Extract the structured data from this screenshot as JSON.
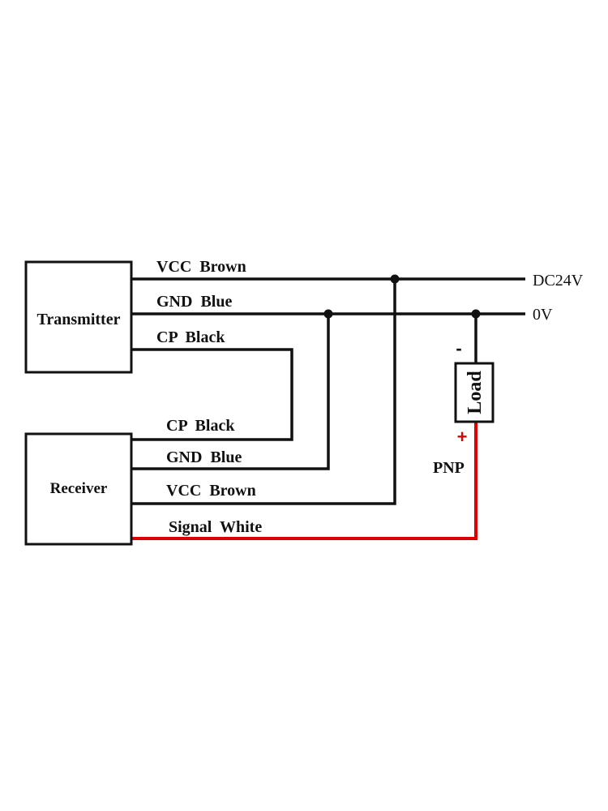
{
  "blocks": {
    "transmitter": "Transmitter",
    "receiver": "Receiver",
    "load": "Load"
  },
  "wires": {
    "tx_vcc": "VCC  Brown",
    "tx_gnd": "GND  Blue",
    "tx_cp": "CP  Black",
    "rx_cp": "CP  Black",
    "rx_gnd": "GND  Blue",
    "rx_vcc": "VCC  Brown",
    "rx_signal": "Signal  White"
  },
  "supply": {
    "positive": "DC24V",
    "zero": "0V"
  },
  "load_terminals": {
    "minus": "-",
    "plus": "+"
  },
  "output_type": "PNP",
  "colors": {
    "wire": "#111111",
    "signal_wire": "#e00000"
  }
}
